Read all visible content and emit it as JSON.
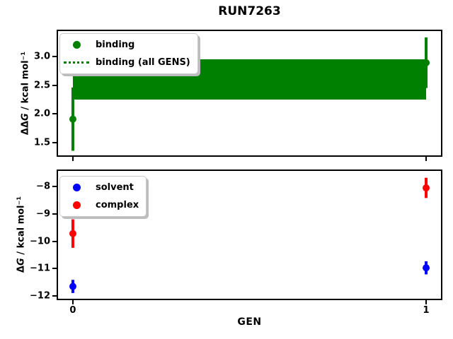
{
  "figure": {
    "title": "RUN7263",
    "background": "#ffffff"
  },
  "colors": {
    "binding_green": "#008000",
    "solvent_blue": "#0000ff",
    "complex_red": "#ff0000",
    "axis_black": "#000000",
    "legend_border": "#c9c9c9"
  },
  "chart_data": [
    {
      "type": "scatter",
      "panel": "ddg-vs-gen",
      "ylabel": {
        "pre": "ΔΔ",
        "sym": "G",
        "post": " / kcal mol⁻¹"
      },
      "ylabel_text": "ΔΔG / kcal mol⁻¹",
      "x": [
        0,
        1
      ],
      "xlim": [
        -0.042,
        1.042
      ],
      "ylim": [
        1.28,
        3.44
      ],
      "yticks": [
        {
          "v": 3.0,
          "label": "3.0"
        },
        {
          "v": 2.5,
          "label": "2.5"
        },
        {
          "v": 2.0,
          "label": "2.0"
        },
        {
          "v": 1.5,
          "label": "1.5"
        }
      ],
      "xticks": [
        {
          "v": 0,
          "label": ""
        },
        {
          "v": 1,
          "label": ""
        }
      ],
      "series": [
        {
          "name": "binding",
          "color": "#008000",
          "y": [
            1.91,
            2.89
          ],
          "yerr": [
            0.55,
            0.44
          ]
        }
      ],
      "band": {
        "name": "binding (all GENS)",
        "color": "#008000",
        "lo": 2.25,
        "hi": 2.95,
        "x_from": 0,
        "x_to": 1,
        "note": "confidence band of all-GENS binding estimate, dotted center line hidden by fill"
      },
      "legend": [
        {
          "marker": "dot",
          "color": "#008000",
          "label": "binding"
        },
        {
          "marker": "dotted-line",
          "color": "#008000",
          "label": "binding (all GENS)"
        }
      ],
      "legend_position": "upper left",
      "grid": false
    },
    {
      "type": "scatter",
      "panel": "dg-vs-gen",
      "ylabel": {
        "pre": "Δ",
        "sym": "G",
        "post": " / kcal mol⁻¹"
      },
      "ylabel_text": "ΔG / kcal mol⁻¹",
      "xlabel": "GEN",
      "x": [
        0,
        1
      ],
      "xlim": [
        -0.042,
        1.042
      ],
      "ylim": [
        -12.1,
        -7.43
      ],
      "yticks": [
        {
          "v": -8,
          "label": "−8"
        },
        {
          "v": -9,
          "label": "−9"
        },
        {
          "v": -10,
          "label": "−10"
        },
        {
          "v": -11,
          "label": "−11"
        },
        {
          "v": -12,
          "label": "−12"
        }
      ],
      "xticks": [
        {
          "v": 0,
          "label": "0"
        },
        {
          "v": 1,
          "label": "1"
        }
      ],
      "series": [
        {
          "name": "solvent",
          "color": "#0000ff",
          "y": [
            -11.65,
            -10.97
          ],
          "yerr": [
            0.24,
            0.24
          ]
        },
        {
          "name": "complex",
          "color": "#ff0000",
          "y": [
            -9.72,
            -8.05
          ],
          "yerr": [
            0.52,
            0.37
          ]
        }
      ],
      "legend": [
        {
          "marker": "dot",
          "color": "#0000ff",
          "label": "solvent"
        },
        {
          "marker": "dot",
          "color": "#ff0000",
          "label": "complex"
        }
      ],
      "legend_position": "upper left",
      "grid": false
    }
  ]
}
